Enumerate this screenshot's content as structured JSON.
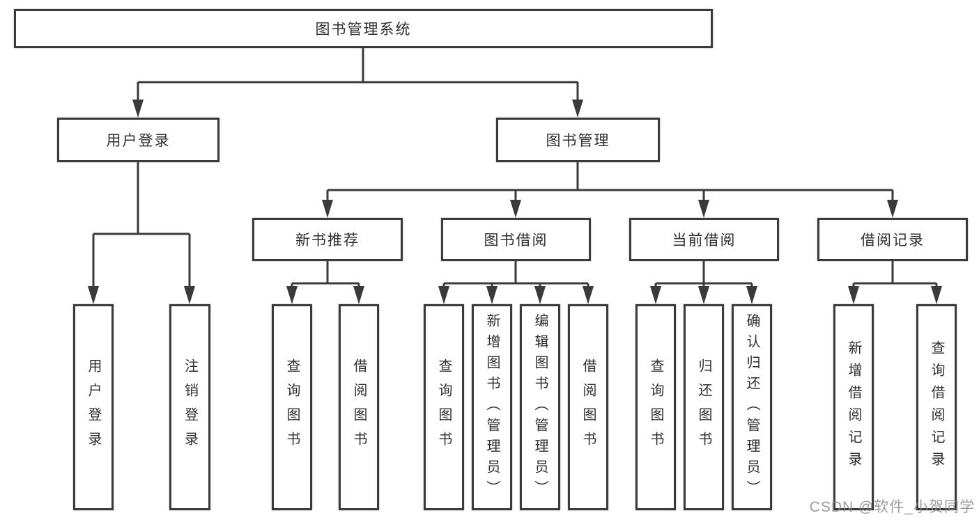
{
  "style": {
    "line_color": "#3a3a3a",
    "box_background": "#ffffff",
    "text_color": "#2f2f2f",
    "watermark_color": "#8c8c91",
    "page_background": "#ffffff"
  },
  "tree": {
    "root": {
      "label": "图书管理系统"
    },
    "login": {
      "label": "用户登录",
      "children": [
        {
          "label": "用户登录"
        },
        {
          "label": "注销登录"
        }
      ]
    },
    "management": {
      "label": "图书管理",
      "groups": [
        {
          "label": "新书推荐",
          "children": [
            {
              "label": "查询图书"
            },
            {
              "label": "借阅图书"
            }
          ]
        },
        {
          "label": "图书借阅",
          "children": [
            {
              "label": "查询图书"
            },
            {
              "label": "新增图书（管理员）"
            },
            {
              "label": "编辑图书（管理员）"
            },
            {
              "label": "借阅图书"
            }
          ]
        },
        {
          "label": "当前借阅",
          "children": [
            {
              "label": "查询图书"
            },
            {
              "label": "归还图书"
            },
            {
              "label": "确认归还（管理员）"
            }
          ]
        },
        {
          "label": "借阅记录",
          "children": [
            {
              "label": "新增借阅记录"
            },
            {
              "label": "查询借阅记录"
            }
          ]
        }
      ]
    }
  },
  "watermark": {
    "text": "CSDN @软件_小贺同学"
  }
}
